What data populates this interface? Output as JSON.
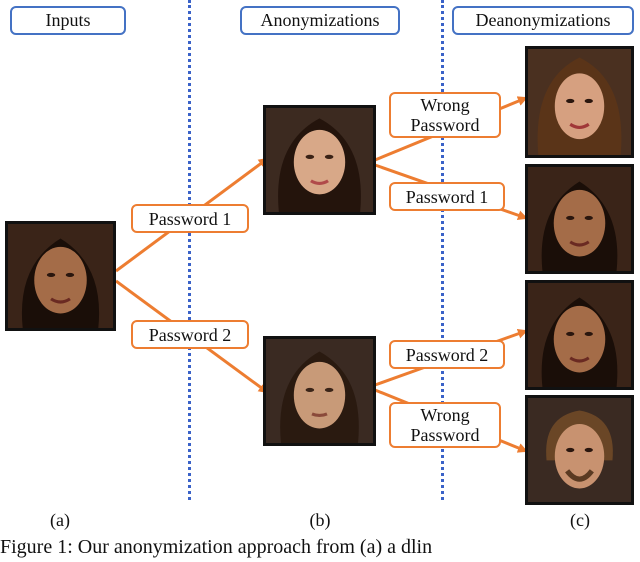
{
  "headers": {
    "inputs": "Inputs",
    "anonymizations": "Anonymizations",
    "deanonymizations": "Deanonymizations"
  },
  "labels": {
    "password1_left": "Password 1",
    "password2_left": "Password 2",
    "wrong_top_line1": "Wrong",
    "wrong_top_line2": "Password",
    "password1_right": "Password 1",
    "password2_right": "Password 2",
    "wrong_bottom_line1": "Wrong",
    "wrong_bottom_line2": "Password"
  },
  "panels": {
    "a": "(a)",
    "b": "(b)",
    "c": "(c)"
  },
  "caption": "Figure 1: Our anonymization approach from (a) a dlin",
  "colors": {
    "arrow": "#ed7d31",
    "header_border": "#4472c4",
    "divider": "#3a62c8"
  }
}
